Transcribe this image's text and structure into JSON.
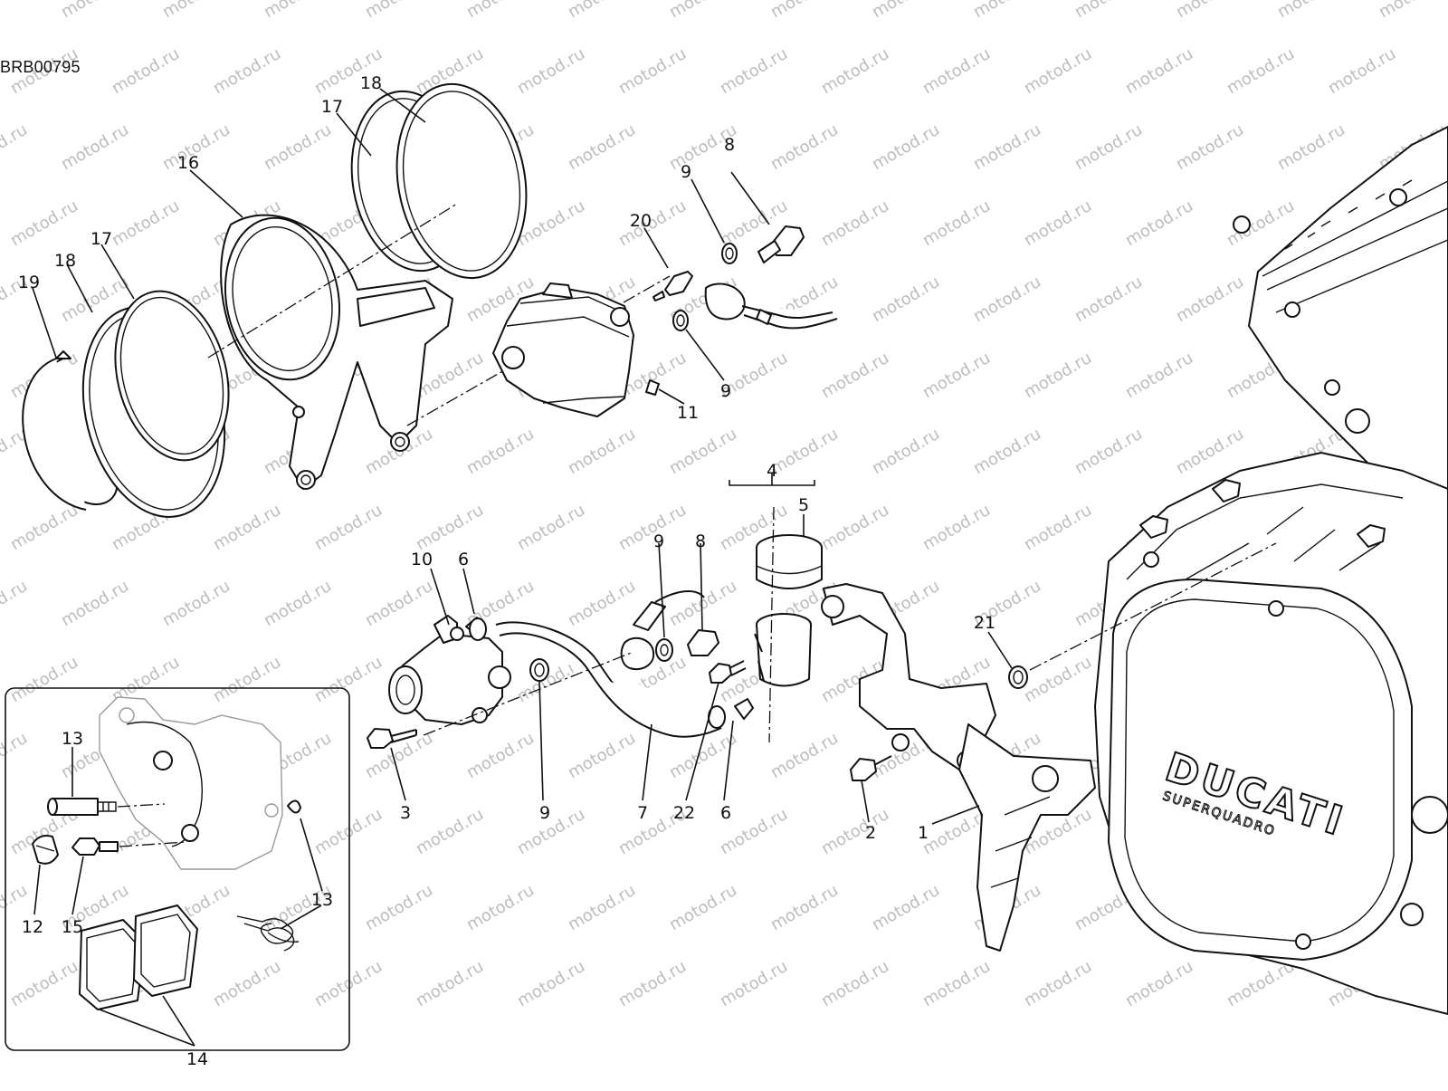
{
  "diagram": {
    "code": "BRB00795",
    "watermark": "motod.ru",
    "logo": {
      "brand": "DUCATI",
      "sub": "SUPERQUADRO"
    },
    "callouts": [
      {
        "id": "c18a",
        "label": "18"
      },
      {
        "id": "c17a",
        "label": "17"
      },
      {
        "id": "c16",
        "label": "16"
      },
      {
        "id": "c17b",
        "label": "17"
      },
      {
        "id": "c18b",
        "label": "18"
      },
      {
        "id": "c19",
        "label": "19"
      },
      {
        "id": "c20",
        "label": "20"
      },
      {
        "id": "c9a",
        "label": "9"
      },
      {
        "id": "c8a",
        "label": "8"
      },
      {
        "id": "c9b",
        "label": "9"
      },
      {
        "id": "c11",
        "label": "11"
      },
      {
        "id": "c4",
        "label": "4"
      },
      {
        "id": "c5",
        "label": "5"
      },
      {
        "id": "c10",
        "label": "10"
      },
      {
        "id": "c6a",
        "label": "6"
      },
      {
        "id": "c9c",
        "label": "9"
      },
      {
        "id": "c8b",
        "label": "8"
      },
      {
        "id": "c21",
        "label": "21"
      },
      {
        "id": "c3",
        "label": "3"
      },
      {
        "id": "c9d",
        "label": "9"
      },
      {
        "id": "c7",
        "label": "7"
      },
      {
        "id": "c22",
        "label": "22"
      },
      {
        "id": "c6b",
        "label": "6"
      },
      {
        "id": "c2",
        "label": "2"
      },
      {
        "id": "c1",
        "label": "1"
      },
      {
        "id": "c13a",
        "label": "13"
      },
      {
        "id": "c13b",
        "label": "13"
      },
      {
        "id": "c12",
        "label": "12"
      },
      {
        "id": "c15",
        "label": "15"
      },
      {
        "id": "c14",
        "label": "14"
      }
    ]
  }
}
